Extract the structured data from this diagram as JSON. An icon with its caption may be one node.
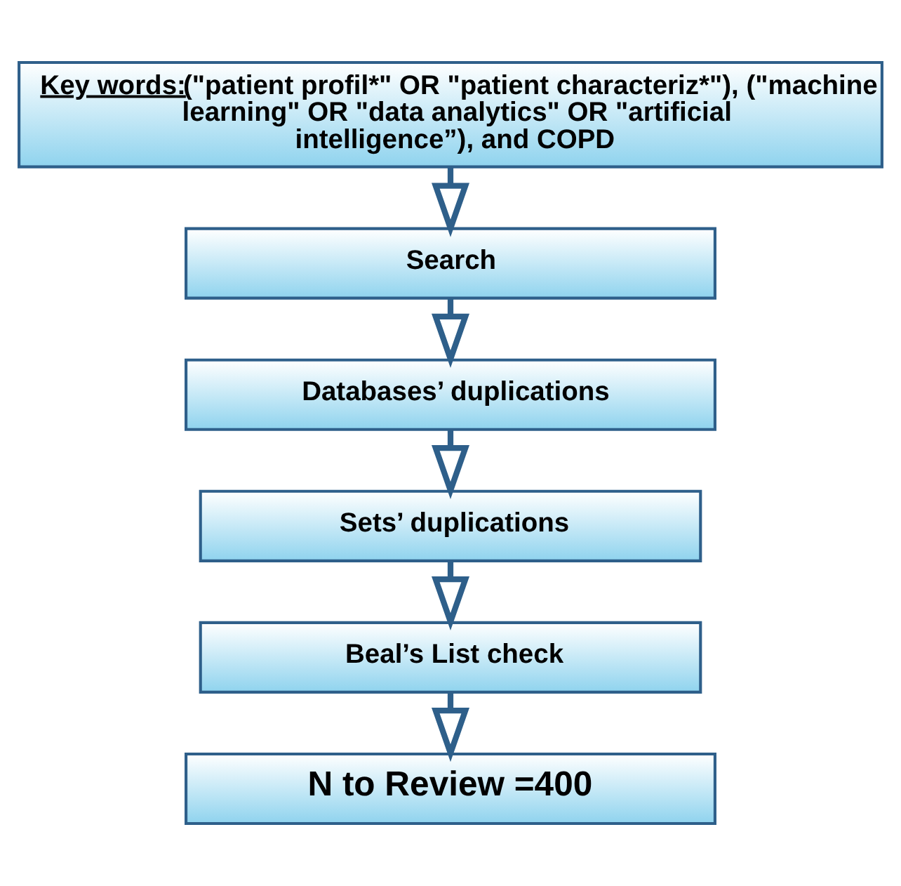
{
  "diagram": {
    "nodes": [
      {
        "text": [
          "Key words:",
          "(\"patient profil*\" OR \"patient characteriz*\"), (\"machine learning\" OR \"data analytics\" OR \"artificial intelligence”), and COPD"
        ]
      },
      {
        "text": [
          "Search"
        ]
      },
      {
        "text": [
          "Databases’ duplications"
        ]
      },
      {
        "text": [
          "Sets’ duplications"
        ]
      },
      {
        "text": [
          "Beal’s List check"
        ]
      },
      {
        "text": [
          "N to Review =400"
        ]
      }
    ],
    "edges": [
      {
        "from": 0,
        "to": 1,
        "arrow": "to"
      },
      {
        "from": 1,
        "to": 2,
        "arrow": "to"
      },
      {
        "from": 2,
        "to": 3,
        "arrow": "to"
      },
      {
        "from": 3,
        "to": 4,
        "arrow": "to"
      },
      {
        "from": 4,
        "to": 5,
        "arrow": "to"
      }
    ]
  }
}
